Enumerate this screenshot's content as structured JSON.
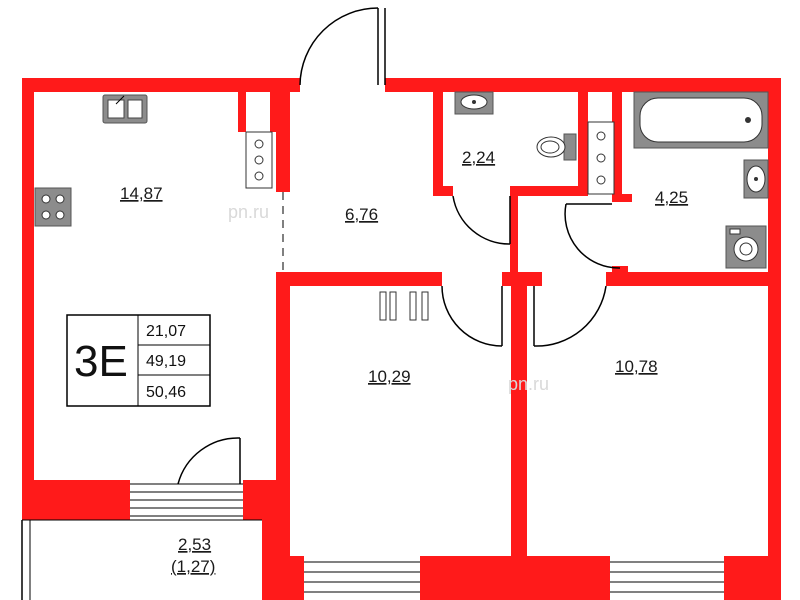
{
  "rooms": {
    "kitchen_area": "14,87",
    "hall_area": "6,76",
    "toilet_area": "2,24",
    "bathroom_area": "4,25",
    "bedroom_left_area": "10,29",
    "bedroom_right_area": "10,78",
    "balcony_area": "2,53",
    "balcony_reduced_area": "(1,27)"
  },
  "badge": {
    "apartment_type": "3Е",
    "living_area": "21,07",
    "total_area": "49,19",
    "total_with_balcony": "50,46"
  },
  "watermark": {
    "text": "pn.ru"
  },
  "colors": {
    "wall": "#ff1a1a",
    "fixture": "#8c8c8c"
  }
}
